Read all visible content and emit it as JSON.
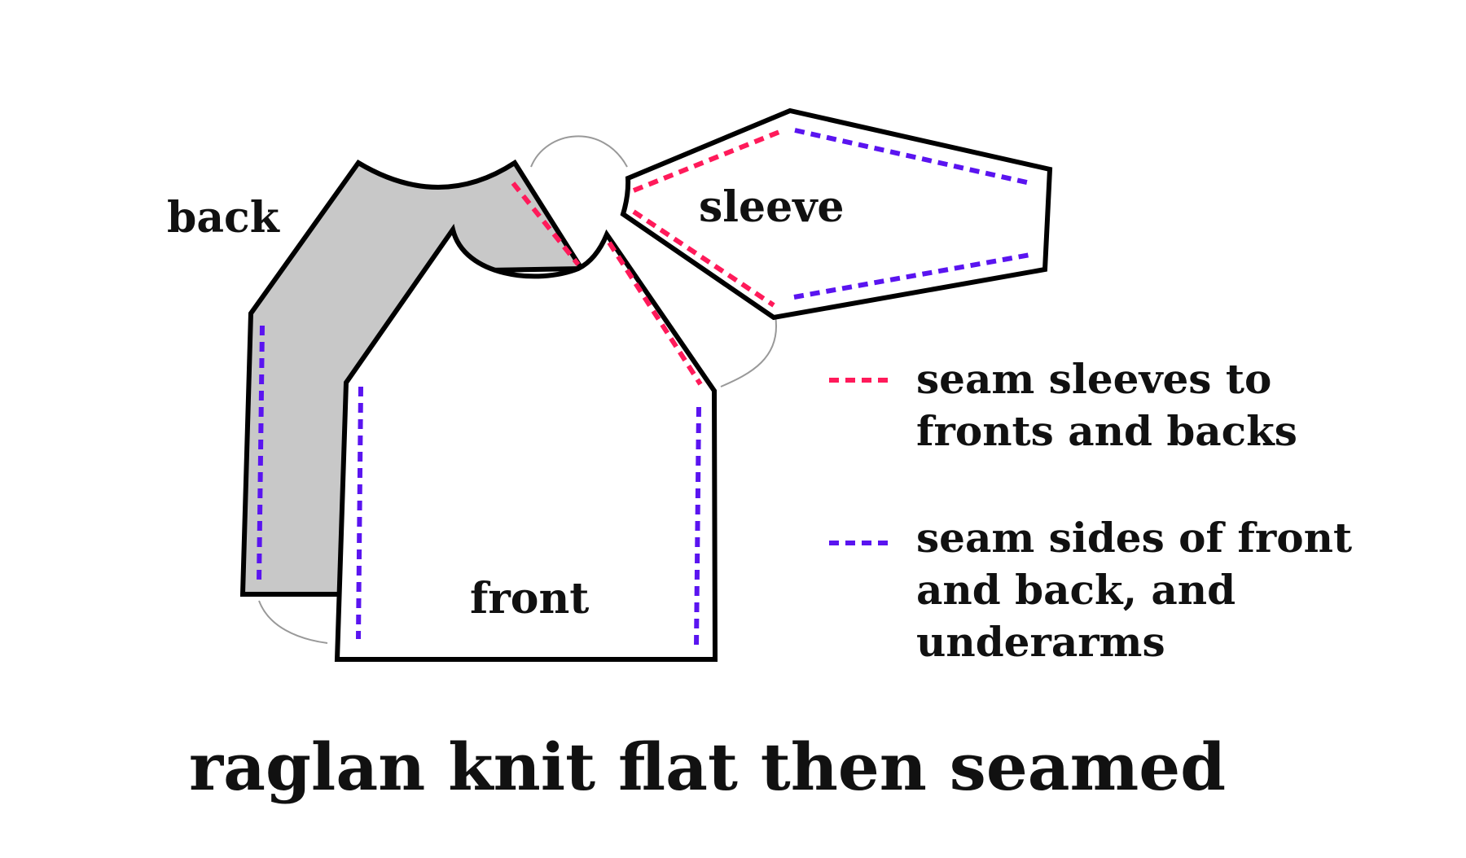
{
  "labels": {
    "back": "back",
    "front": "front",
    "sleeve": "sleeve"
  },
  "legend": {
    "sleeve_seam": {
      "line1": "seam sleeves to",
      "line2": "fronts and backs",
      "color": "#ff1a5a"
    },
    "side_seam": {
      "line1": "seam sides of front",
      "line2": "and back, and",
      "line3": "underarms",
      "color": "#5a14f0"
    }
  },
  "title": "raglan knit flat then seamed",
  "colors": {
    "outline": "#000000",
    "back_fill": "#c8c8c8",
    "front_fill": "#ffffff",
    "connector": "#999999"
  }
}
